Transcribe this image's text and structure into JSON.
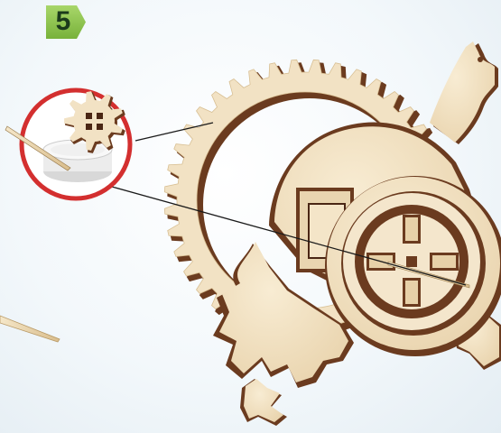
{
  "step": {
    "number": "5",
    "badge_color": "#8dc24a"
  },
  "colors": {
    "plywood_face": "#f2e2c4",
    "plywood_edge": "#6b3b1f",
    "plywood_dark": "#4a2614",
    "callout_ring": "#d32f2f",
    "leader_line": "#1a1a1a",
    "wax_cup": "#ededed"
  },
  "callout": {
    "icon": "gear-waxing-icon",
    "tools": [
      "toothpick-icon",
      "wax-candle-icon"
    ]
  },
  "parts": [
    "large-gear-ring",
    "lizard-body-frame",
    "small-gear-wheel",
    "lizard-tail",
    "toothpick-peg"
  ]
}
